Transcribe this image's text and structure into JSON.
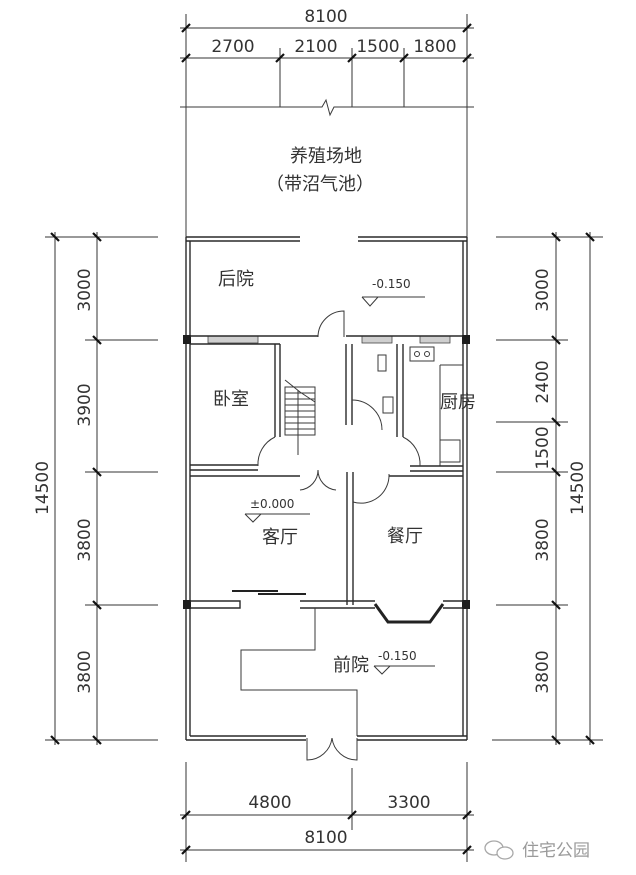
{
  "drawing": {
    "type": "residential floor plan",
    "colors": {
      "line": "#2a2a2a",
      "text": "#333333",
      "watermark": "#9a9a9a",
      "background": "#ffffff"
    }
  },
  "dimensions": {
    "top": {
      "total": "8100",
      "segments": [
        "2700",
        "2100",
        "1500",
        "1800"
      ]
    },
    "bottom": {
      "total": "8100",
      "segments": [
        "4800",
        "3300"
      ]
    },
    "left": {
      "total": "14500",
      "segments": [
        "3000",
        "3900",
        "3800",
        "3800"
      ]
    },
    "right": {
      "total": "14500",
      "segments": [
        "3000",
        "2400",
        "1500",
        "3800",
        "3800"
      ]
    }
  },
  "rooms": {
    "breeding_area": {
      "line1": "养殖场地",
      "line2": "（带沼气池）"
    },
    "back_yard": {
      "label": "后院",
      "elevation": "-0.150"
    },
    "bedroom": {
      "label": "卧室"
    },
    "kitchen": {
      "label": "厨房"
    },
    "living_room": {
      "label": "客厅",
      "elevation": "±0.000"
    },
    "dining_room": {
      "label": "餐厅"
    },
    "front_yard": {
      "label": "前院",
      "elevation": "-0.150"
    }
  },
  "watermark": {
    "icon": "wechat-icon",
    "text": "住宅公园"
  }
}
